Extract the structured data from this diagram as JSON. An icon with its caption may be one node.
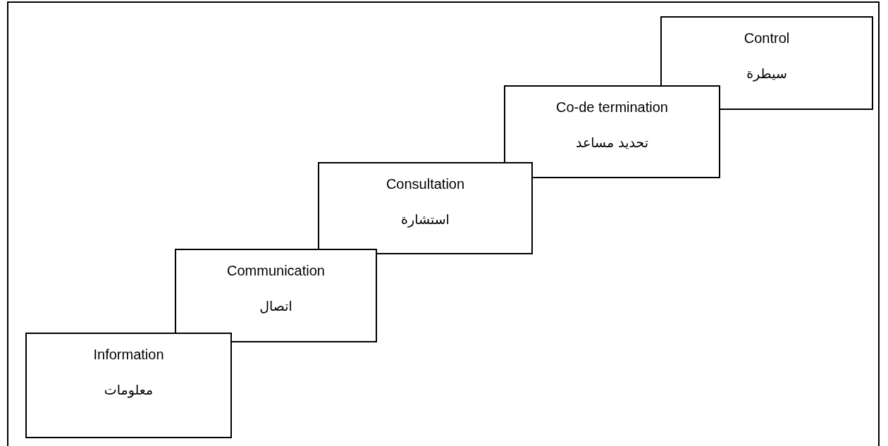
{
  "diagram": {
    "nodes": [
      {
        "text": [
          "Information",
          "معلومات"
        ]
      },
      {
        "text": [
          "Communication",
          "اتصال"
        ]
      },
      {
        "text": [
          "Consultation",
          "استشارة"
        ]
      },
      {
        "text": [
          "Co-de termination",
          "تحديد مساعد"
        ]
      },
      {
        "text": [
          "Control",
          "سيطرة"
        ]
      }
    ]
  }
}
